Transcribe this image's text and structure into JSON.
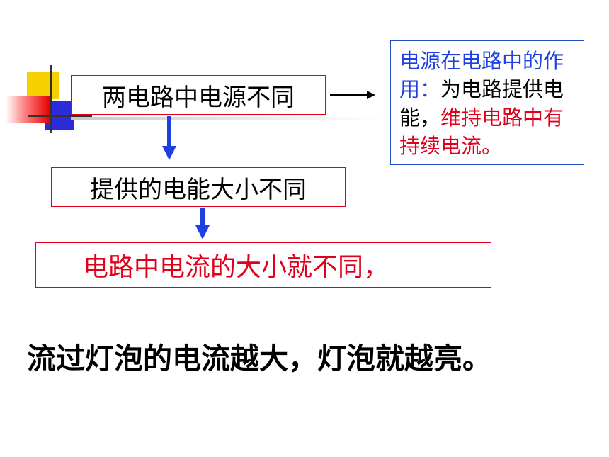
{
  "slide": {
    "box1": "两电路中电源不同",
    "box2": "提供的电能大小不同",
    "box3": "电路中电流的大小就不同，",
    "note": {
      "part1": "电源在电路中的作用：",
      "part2": "为电路提供电能，",
      "part3": "维持电路中有持续电流。"
    },
    "conclusion": "流过灯泡的电流越大，灯泡就越亮。"
  },
  "colors": {
    "box_border": "#e0001b",
    "note_border": "#1f4ec9",
    "arrow": "#1f3fe0",
    "accent_red": "#e0001b",
    "accent_blue": "#1f3fe0"
  }
}
